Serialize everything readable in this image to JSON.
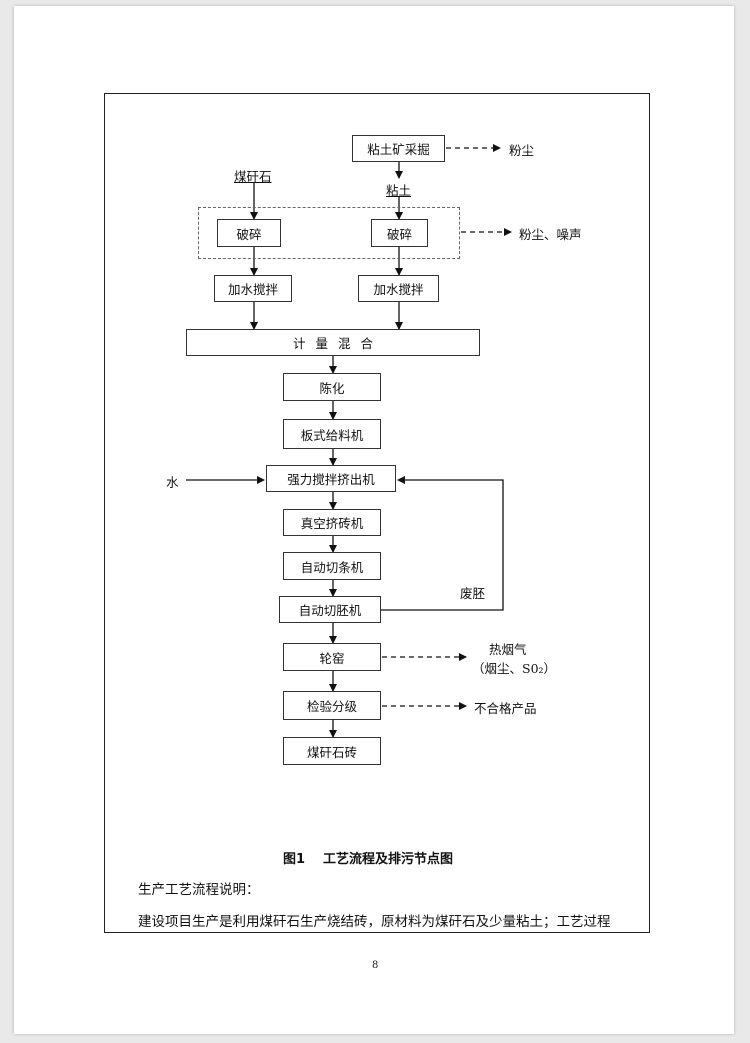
{
  "flowchart": {
    "coal_gangue": "煤矸石",
    "clay_mining": "粘土矿采掘",
    "clay": "粘土",
    "dust_1": "粉尘",
    "crush_left": "破碎",
    "crush_right": "破碎",
    "dust_noise": "粉尘、噪声",
    "mix_water_left": "加水搅拌",
    "mix_water_right": "加水搅拌",
    "metering_mixing": "计量混合",
    "aging": "陈化",
    "plate_feeder": "板式给料机",
    "water": "水",
    "strong_extruder": "强力搅拌挤出机",
    "vacuum_extruder": "真空挤砖机",
    "auto_strip_cutter": "自动切条机",
    "waste_blank": "废胚",
    "auto_blank_cutter": "自动切胚机",
    "kiln": "轮窑",
    "hot_flue_gas": "热烟气",
    "hot_flue_gas_detail": "（烟尘、S0₂）",
    "inspection": "检验分级",
    "unqualified": "不合格产品",
    "product": "煤矸石砖"
  },
  "caption": {
    "number": "图1",
    "title": "工艺流程及排污节点图"
  },
  "body": {
    "heading": "生产工艺流程说明：",
    "paragraph": "建设项目生产是利用煤矸石生产烧结砖，原材料为煤矸石及少量粘土；工艺过程"
  },
  "page_number": "8"
}
